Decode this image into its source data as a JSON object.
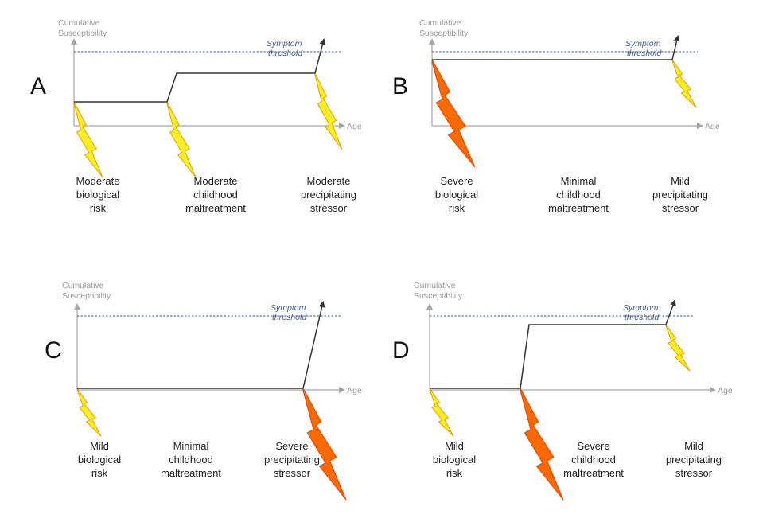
{
  "colors": {
    "line": "#333333",
    "axis": "#a6a6a6",
    "threshold": "#3b5a9a",
    "axis_label": "#9a9a9a",
    "mild_fill": "#ffee22",
    "mild_edge": "#e0a000",
    "severe_fill": "#ff6a00",
    "severe_edge": "#e04000",
    "caption": "#222222"
  },
  "panels": [
    {
      "letter": "A",
      "y_axis_label": [
        "Cumulative",
        "Susceptibility"
      ],
      "x_axis_label": "Age",
      "threshold_label": [
        "Symptom",
        "threshold"
      ],
      "factors": [
        {
          "severity": "moderate",
          "caption": [
            "Moderate",
            "biological",
            "risk"
          ]
        },
        {
          "severity": "moderate",
          "caption": [
            "Moderate",
            "childhood",
            "maltreatment"
          ]
        },
        {
          "severity": "moderate",
          "caption": [
            "Moderate",
            "precipitating",
            "stressor"
          ]
        }
      ]
    },
    {
      "letter": "B",
      "y_axis_label": [
        "Cumulative",
        "Susceptibility"
      ],
      "x_axis_label": "Age",
      "threshold_label": [
        "Symptom",
        "threshold"
      ],
      "factors": [
        {
          "severity": "severe",
          "caption": [
            "Severe",
            "biological",
            "risk"
          ]
        },
        {
          "severity": "minimal",
          "caption": [
            "Minimal",
            "childhood",
            "maltreatment"
          ]
        },
        {
          "severity": "mild",
          "caption": [
            "Mild",
            "precipitating",
            "stressor"
          ]
        }
      ]
    },
    {
      "letter": "C",
      "y_axis_label": [
        "Cumulative",
        "Susceptibility"
      ],
      "x_axis_label": "Age",
      "threshold_label": [
        "Symptom",
        "threshold"
      ],
      "factors": [
        {
          "severity": "mild",
          "caption": [
            "Mild",
            "biological",
            "risk"
          ]
        },
        {
          "severity": "minimal",
          "caption": [
            "Minimal",
            "childhood",
            "maltreatment"
          ]
        },
        {
          "severity": "severe",
          "caption": [
            "Severe",
            "precipitating",
            "stressor"
          ]
        }
      ]
    },
    {
      "letter": "D",
      "y_axis_label": [
        "Cumulative",
        "Susceptibility"
      ],
      "x_axis_label": "Age",
      "threshold_label": [
        "Symptom",
        "threshold"
      ],
      "factors": [
        {
          "severity": "mild",
          "caption": [
            "Mild",
            "biological",
            "risk"
          ]
        },
        {
          "severity": "severe",
          "caption": [
            "Severe",
            "childhood",
            "maltreatment"
          ]
        },
        {
          "severity": "mild",
          "caption": [
            "Mild",
            "precipitating",
            "stressor"
          ]
        }
      ]
    }
  ]
}
